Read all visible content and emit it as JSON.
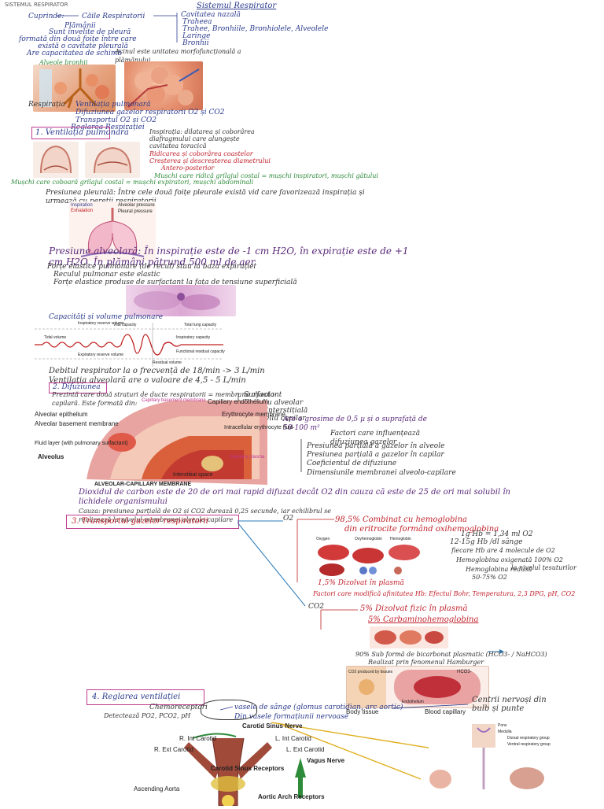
{
  "header": {
    "title": "SISTEMUL RESPIRATOR",
    "subtitle": "Sistemul Respirator"
  },
  "sec0": {
    "lines": [
      "Cuprinde:",
      "Căile Respiratorii",
      "Cavitatea nazală",
      "Traheea",
      "Trahee, Bronhiile, Bronhiolele, Alveolele",
      "Laringe",
      "Bronhii",
      "Plămânii",
      "Sunt învelite de pleură",
      "formată din două foițe între care",
      "există o cavitate pleurală",
      "Are capacitatea de schimb",
      "Alveole bronhii",
      "Acinul este unitatea morfofuncțională a plămânului"
    ]
  },
  "sec1": {
    "resp_lines": [
      "Respirația",
      "Ventilația pulmonară",
      "Difuziunea gazelor respiratorii O2 și CO2",
      "Transportul O2 și CO2",
      "Reglarea Respirației"
    ],
    "title": "1. Ventilația pulmonară",
    "right_lines": [
      "Inspirația: dilatarea și coborârea",
      "diafragmului care alungește",
      "cavitatea toracică",
      "Ridicarea și coborârea coastelor",
      "Creșterea și descreșterea diametrului",
      "Antero-posterior"
    ],
    "green_lines": [
      "Mușchi care ridică grilajul costal = mușchi inspiratori, mușchi gâtului",
      "Mușchi care coboară grilajul costal = mușchi expiratori, mușchi abdominali"
    ],
    "pleural": "Presiunea pleurală: Între cele două foițe pleurale există vid care favorizează inspirația și urmează cu pereții respiratorii",
    "diagram_labels": [
      "Inspiration",
      "Exhalation",
      "Alveolar pressure",
      "Pleural pressure"
    ]
  },
  "sec2": {
    "alveolar": "Presiune alveolară: În inspirație este de -1 cm H2O, în expirație este de +1 cm H2O. În plămâni pătrund 500 ml de aer.",
    "forces": [
      "Forțe elastice pulmonare (de recul) stau la baza expirației",
      "Reculul pulmonar este elastic",
      "Forțe elastice produse de surfactant la fața de tensiune superficială"
    ],
    "capacity_title": "Capacități și volume pulmonare",
    "spiro_labels": [
      "Inspiratory reserve volume",
      "Tidal volume",
      "Expiratory reserve volume",
      "Residual volume",
      "Vital capacity",
      "Total lung capacity",
      "Inspiratory capacity",
      "Functional residual capacity"
    ],
    "debit": "Debitul respirator la o frecvență de 18/min -> 3 L/min",
    "vent": "Ventilația alveolară are o valoare de 4,5 - 5 L/min"
  },
  "sec3": {
    "title": "2. Difuziunea",
    "intro": "Prezintă care două straturi de ducte respiratorii = membrana alveolo-capilară. Este formată din:",
    "layers": [
      "Surfactant",
      "Epiteliu alveolar",
      "Lamă interstițială",
      "Endoteliu capilar"
    ],
    "area": "Are o grosime de 0,5 µ și o suprafață de 50-100 m²",
    "factors_title": "Factori care influențează difuziunea gazelor",
    "factors": [
      "Presiunea parțială a gazelor în alveole",
      "Presiunea parțială a gazelor în capilar",
      "Coeficientul de difuziune",
      "Dimensiunile membranei alveolo-capilare"
    ],
    "membrane_labels": [
      "Alveolar epithelium",
      "Alveolar basement membrane",
      "Fluid layer (with pulmonary surfactant)",
      "Alveolus",
      "Capillary endothelium",
      "Erythrocyte membrane",
      "Intracellular erythrocyte fluid",
      "Capillary basement membrane",
      "Interstitial space",
      "Capillary plasma",
      "ALVEOLAR-CAPILLARY MEMBRANE"
    ],
    "co2_line": "Dioxidul de carbon este de 20 de ori mai rapid difuzat decât O2 din cauza că este de 25 de ori mai solubil în lichidele organismului",
    "time_line": "Cauza: presiunea parțială de O2 și CO2 durează 0,25 secunde, iar echilibrul se realizează la nivelul membranei alveolo-capilare"
  },
  "sec4": {
    "title": "3. Transportul gazelor respiratorii",
    "o2": "O2",
    "o2_lines": [
      "98,5% Combinat cu hemoglobina",
      "din eritrocite formând oxihemoglobina",
      "1,5% Dizolvat în plasmă"
    ],
    "hb_lines": [
      "1g Hb = 1,34 ml O2",
      "12-15g Hb /dl sânge",
      "fiecare Hb are 4 molecule de O2",
      "Hemoglobina oxigenată 100% O2",
      "la nivelul țesuturilor",
      "Hemoglobina redusă",
      "50-75% O2"
    ],
    "factors_red": "Factori care modifică afinitatea Hb: Efectul Bohr, Temperatura, 2,3 DPG, pH, CO2",
    "co2": "CO2",
    "co2_lines": [
      "5% Dizolvat fizic în plasmă",
      "5% Carbaminohemoglobina",
      "90% Sub formă de bicarbonat plasmatic (HCO3- / NaHCO3)",
      "Realizat prin fenomenul Hamburger"
    ],
    "rbc_labels": [
      "Oxygen",
      "Oxyhemoglobin",
      "Hemoglobin"
    ],
    "tissue_labels": [
      "Body tissue",
      "Blood capillary",
      "Endothelium",
      "HCO3-",
      "CO2 produced by tissues"
    ]
  },
  "sec5": {
    "title": "4. Reglarea ventilației",
    "lines": [
      "Chemoreceptori",
      "vasele de sânge (glomus carotidian, arc aortic)",
      "Din vasele formațiunii nervoase",
      "Detectează PO2, PCO2, pH",
      "Centrii nervoși din bulb și punte"
    ],
    "carotid_labels": [
      "Carotid Sinus Nerve",
      "R. Int Carotid",
      "L. Int Carotid",
      "R. Ext Carotid",
      "L. Ext Carotid",
      "Carotid Sinus Receptors",
      "Vagus Nerve",
      "Ascending Aorta",
      "Aortic Arch Receptors"
    ],
    "brain_labels": [
      "Pons",
      "Medulla",
      "Dorsal respiratory group",
      "Ventral respiratory group"
    ]
  }
}
